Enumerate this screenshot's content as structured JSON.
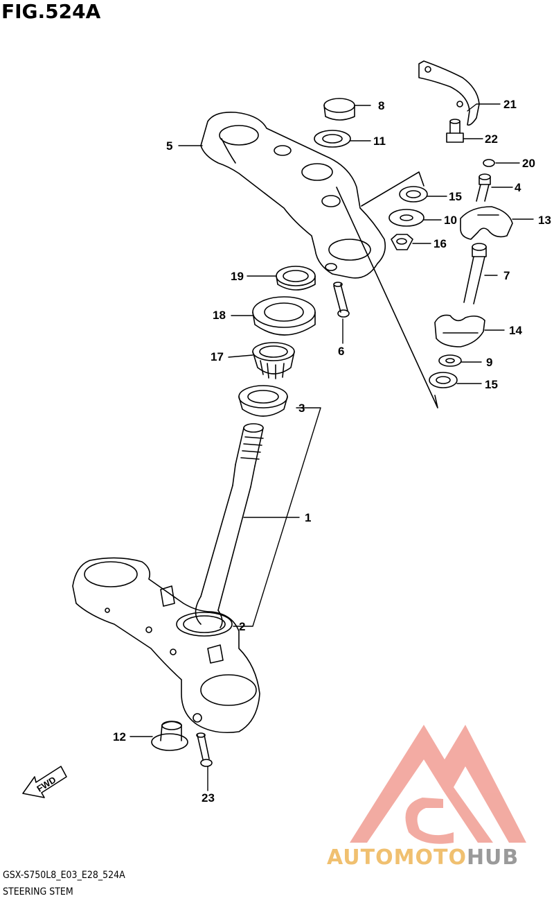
{
  "figure_title": "FIG.524A",
  "callouts": [
    {
      "id": "c1",
      "label": "1"
    },
    {
      "id": "c2",
      "label": "2"
    },
    {
      "id": "c3",
      "label": "3"
    },
    {
      "id": "c4",
      "label": "4"
    },
    {
      "id": "c5",
      "label": "5"
    },
    {
      "id": "c6",
      "label": "6"
    },
    {
      "id": "c7",
      "label": "7"
    },
    {
      "id": "c8",
      "label": "8"
    },
    {
      "id": "c9",
      "label": "9"
    },
    {
      "id": "c10",
      "label": "10"
    },
    {
      "id": "c11",
      "label": "11"
    },
    {
      "id": "c12",
      "label": "12"
    },
    {
      "id": "c13",
      "label": "13"
    },
    {
      "id": "c14",
      "label": "14"
    },
    {
      "id": "c15a",
      "label": "15"
    },
    {
      "id": "c15b",
      "label": "15"
    },
    {
      "id": "c16",
      "label": "16"
    },
    {
      "id": "c17",
      "label": "17"
    },
    {
      "id": "c18",
      "label": "18"
    },
    {
      "id": "c19",
      "label": "19"
    },
    {
      "id": "c20",
      "label": "20"
    },
    {
      "id": "c21",
      "label": "21"
    },
    {
      "id": "c22",
      "label": "22"
    },
    {
      "id": "c23",
      "label": "23"
    }
  ],
  "fwd_label": "FWD",
  "footer": {
    "code": "GSX-S750L8_E03_E28_524A",
    "name": "STEERING STEM"
  },
  "watermark": {
    "part1": "AUTOMOTO",
    "part2": "HUB",
    "color_primary": "#f2a79e",
    "color_accent": "#f0c070",
    "color_gray": "#9a9a9a"
  }
}
